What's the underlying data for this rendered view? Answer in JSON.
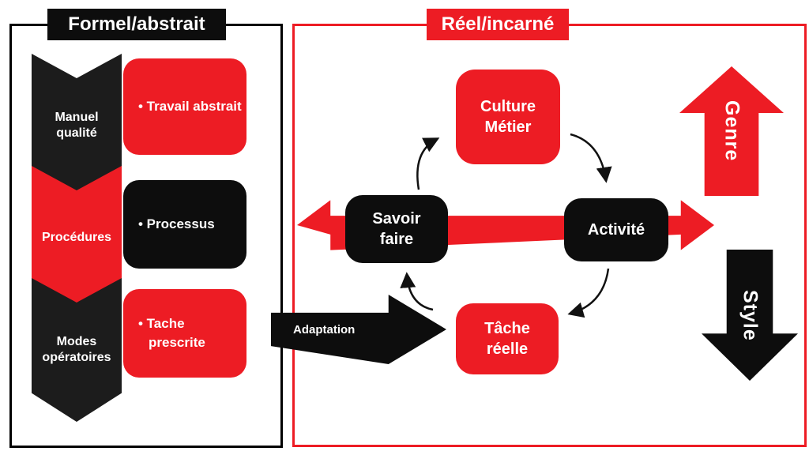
{
  "colors": {
    "red": "#ed1c24",
    "black": "#0d0d0d"
  },
  "left_panel": {
    "title": "Formel/abstrait",
    "rows": [
      {
        "chevron_label": "Manuel qualité",
        "box_text": "• Travail abstrait"
      },
      {
        "chevron_label": "Procédures",
        "box_text": "• Processus"
      },
      {
        "chevron_label": "Modes opératoires",
        "box_text": "• Tache prescrite"
      }
    ]
  },
  "adaptation": {
    "label": "Adaptation"
  },
  "right_panel": {
    "title": "Réel/incarné",
    "cycle": {
      "top": "Culture Métier",
      "left": "Savoir faire",
      "right": "Activité",
      "bottom": "Tâche réelle"
    },
    "vertical_arrows": {
      "up_label": "Genre",
      "down_label": "Style"
    }
  }
}
